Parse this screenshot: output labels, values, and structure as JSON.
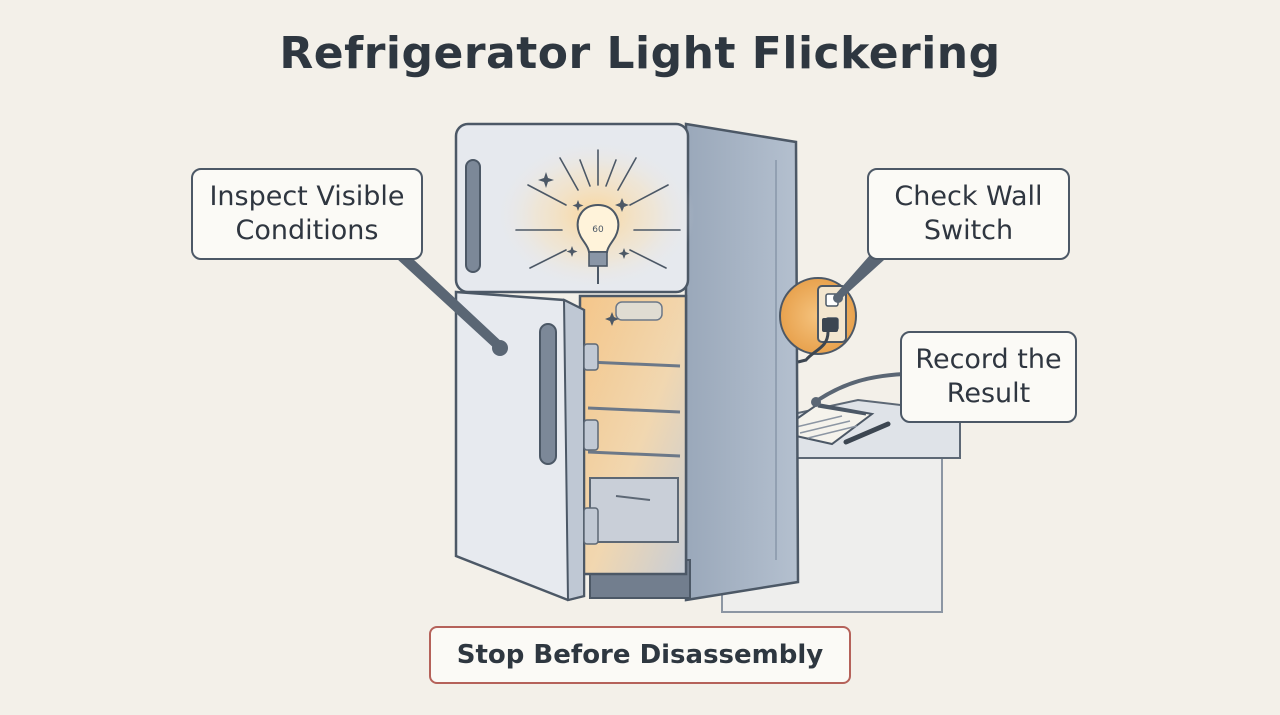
{
  "title": "Refrigerator Light Flickering",
  "callouts": {
    "inspect": "Inspect Visible\nConditions",
    "switch": "Check Wall\nSwitch",
    "record": "Record the\nResult"
  },
  "stop": "Stop Before Disassembly",
  "bulb_label": "60",
  "colors": {
    "background": "#f3f0e9",
    "fridge_body": "#a9b6c7",
    "fridge_door": "#e4e8ee",
    "warm_glow": "#f6c27a",
    "outline": "#4c5866",
    "stop_border": "#b5625a"
  }
}
